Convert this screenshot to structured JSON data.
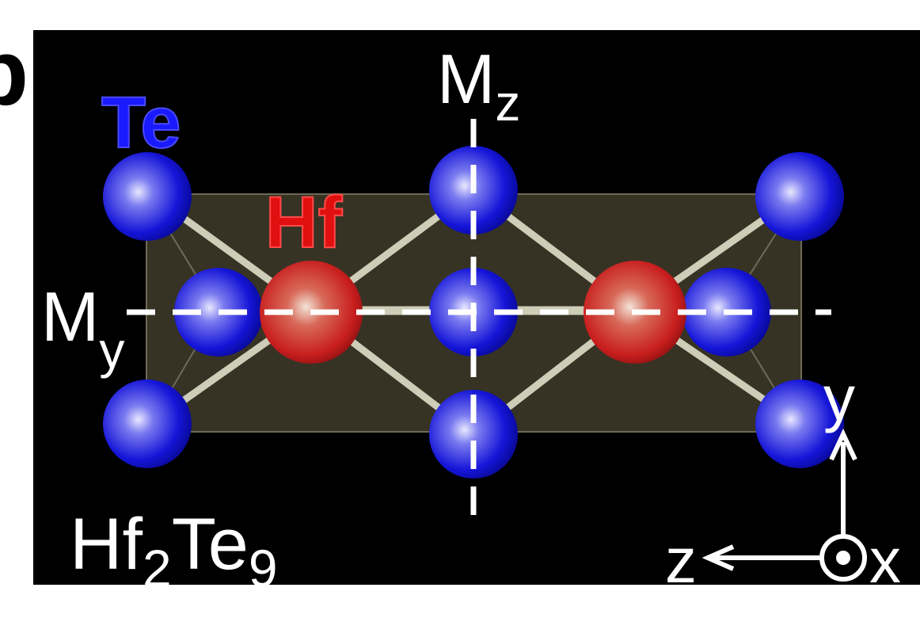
{
  "panel_letter": "b",
  "labels": {
    "te": "Te",
    "hf": "Hf",
    "mirror_z_main": "M",
    "mirror_z_sub": "z",
    "mirror_y_main": "M",
    "mirror_y_sub": "y",
    "formula_hf": "Hf",
    "formula_sub_hf": "2",
    "formula_te": "Te",
    "formula_sub_te": "9"
  },
  "axes": {
    "y": "y",
    "z": "z",
    "x": "x",
    "x_direction": "out-of-plane"
  },
  "colors": {
    "background": "#000000",
    "te_atom": "#1515d8",
    "hf_atom": "#c81e1e",
    "te_label": "#1a1aff",
    "hf_label": "#e01010",
    "text": "#ffffff",
    "bond": "#cdcdb8",
    "polyhedron": "#3a3626"
  }
}
